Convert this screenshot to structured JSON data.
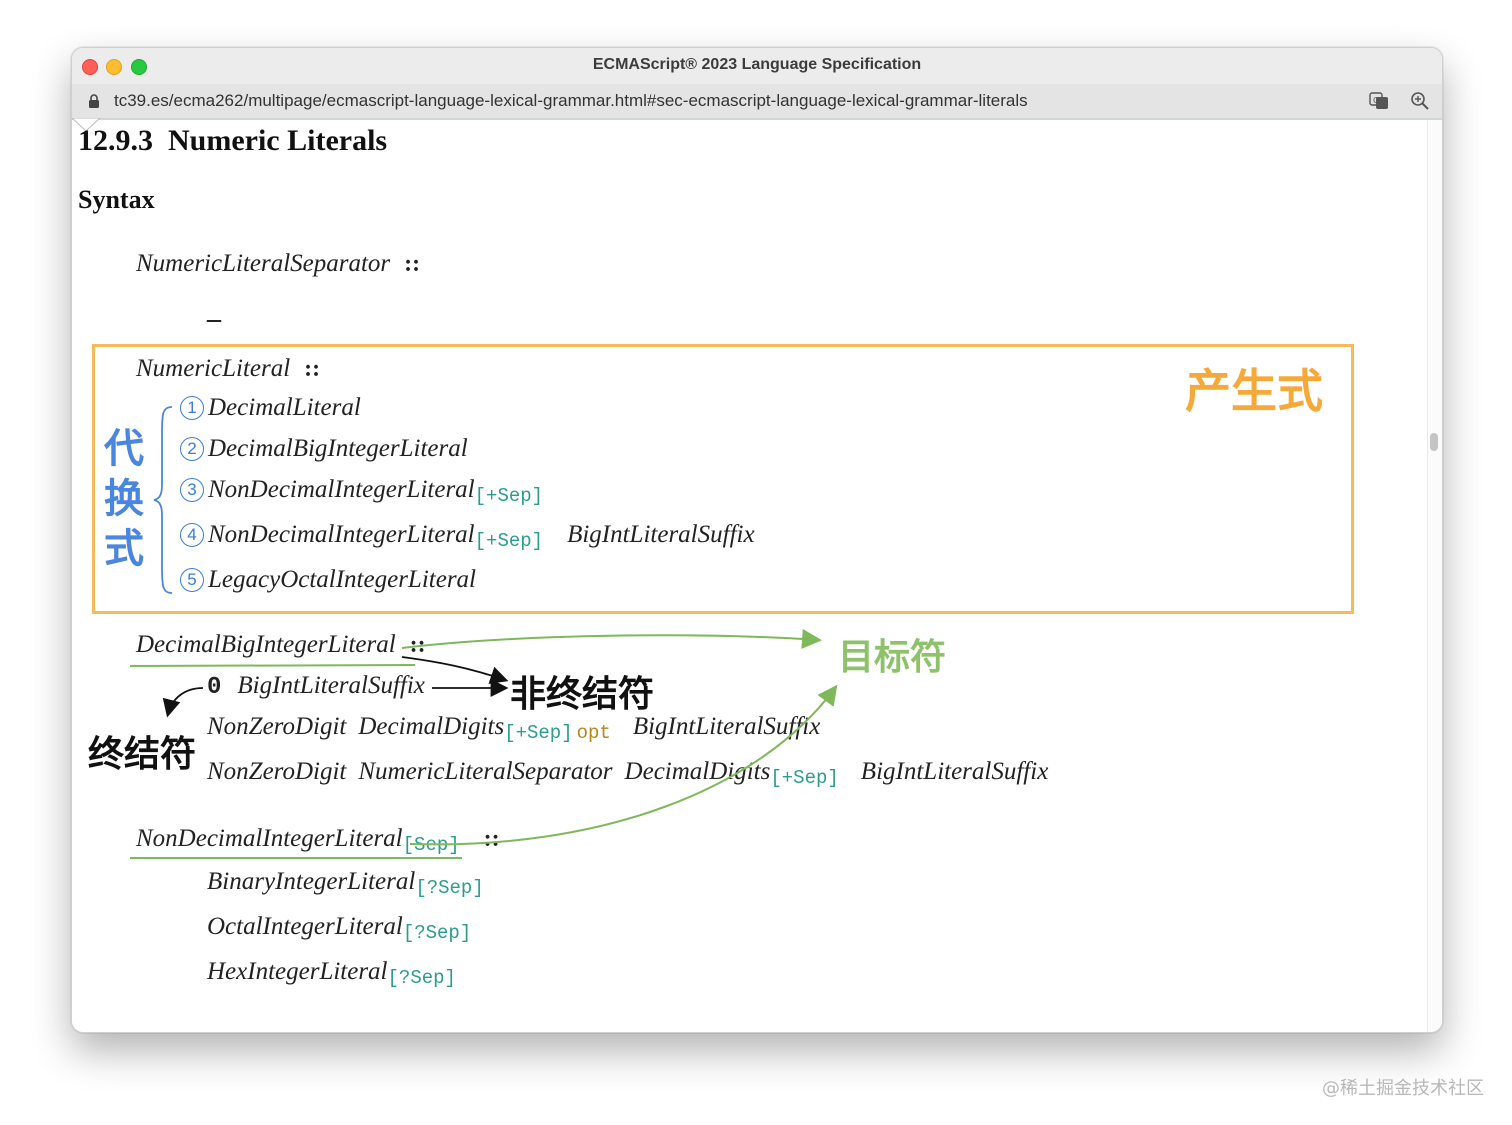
{
  "window": {
    "title": "ECMAScript® 2023 Language Specification",
    "url": "tc39.es/ecma262/multipage/ecmascript-language-lexical-grammar.html#sec-ecmascript-language-lexical-grammar-literals"
  },
  "section": {
    "number": "12.9.3",
    "title": "Numeric Literals",
    "subheading": "Syntax"
  },
  "grammar": {
    "colons": "::",
    "sep_plus": "[+Sep]",
    "sep_query": "[?Sep]",
    "sep_param": "[Sep]",
    "opt": "opt",
    "separator": {
      "lhs": "NumericLiteralSeparator",
      "rhs": "_"
    },
    "numeric_literal": {
      "lhs": "NumericLiteral",
      "alternatives": [
        {
          "num": "1",
          "text": "DecimalLiteral"
        },
        {
          "num": "2",
          "text": "DecimalBigIntegerLiteral"
        },
        {
          "num": "3",
          "text": "NonDecimalIntegerLiteral"
        },
        {
          "num": "4",
          "text": "NonDecimalIntegerLiteral",
          "suffix": "BigIntLiteralSuffix"
        },
        {
          "num": "5",
          "text": "LegacyOctalIntegerLiteral"
        }
      ]
    },
    "decimal_big": {
      "lhs": "DecimalBigIntegerLiteral",
      "zero": "0",
      "suffix": "BigIntLiteralSuffix",
      "nonzero": "NonZeroDigit",
      "digits": "DecimalDigits",
      "separator": "NumericLiteralSeparator"
    },
    "nondecimal": {
      "lhs": "NonDecimalIntegerLiteral",
      "alternatives": [
        "BinaryIntegerLiteral",
        "OctalIntegerLiteral",
        "HexIntegerLiteral"
      ]
    }
  },
  "annotations": {
    "production": "产生式",
    "alternative": "代换式",
    "nonterminal": "非终结符",
    "terminal": "终结符",
    "goal": "目标符"
  },
  "colors": {
    "orange": "#f5a93a",
    "blue": "#4a86e0",
    "green": "#8dc26b",
    "sep": "#2a9d8f"
  },
  "watermark": "@稀土掘金技术社区"
}
